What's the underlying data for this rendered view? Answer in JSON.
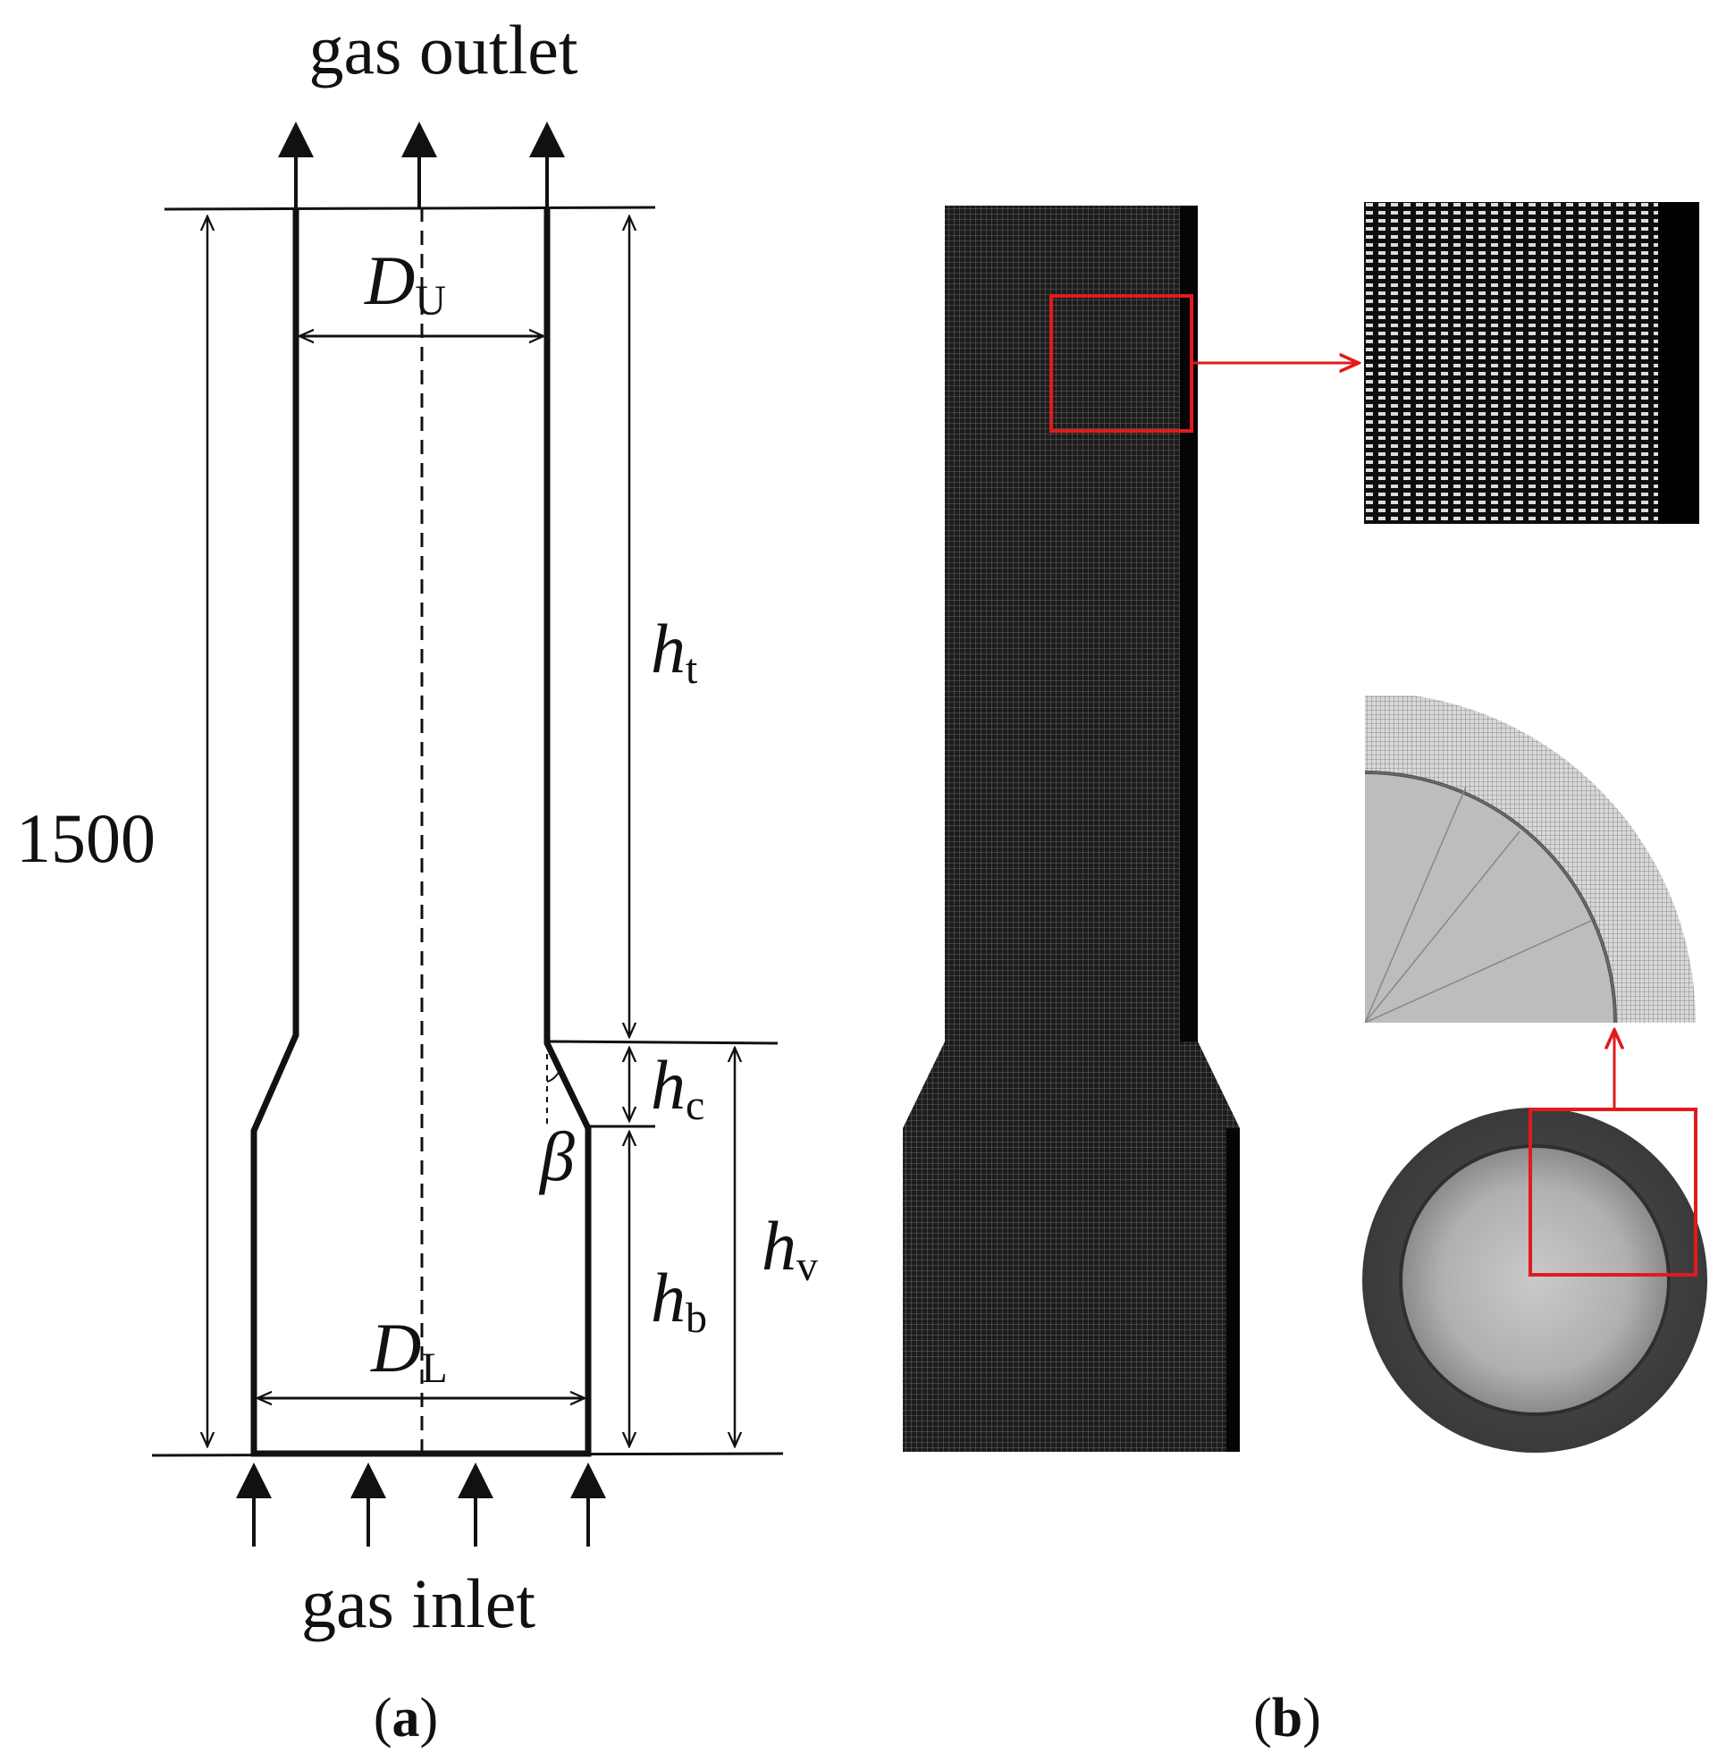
{
  "panel_a": {
    "outlet_label": "gas outlet",
    "inlet_label": "gas inlet",
    "total_height_value": "1500",
    "du": {
      "main": "D",
      "sub": "U"
    },
    "dl": {
      "main": "D",
      "sub": "L"
    },
    "ht": {
      "main": "h",
      "sub": "t"
    },
    "hc": {
      "main": "h",
      "sub": "c"
    },
    "hb": {
      "main": "h",
      "sub": "b"
    },
    "hv": {
      "main": "h",
      "sub": "v"
    },
    "angle": "β",
    "caption": {
      "open": "(",
      "letter": "a",
      "close": ")"
    }
  },
  "panel_b": {
    "caption": {
      "open": "(",
      "letter": "b",
      "close": ")"
    },
    "colors": {
      "mesh_dark": "#1a1a1a",
      "mesh_light": "#888888",
      "highlight": "#e01b1b"
    }
  }
}
